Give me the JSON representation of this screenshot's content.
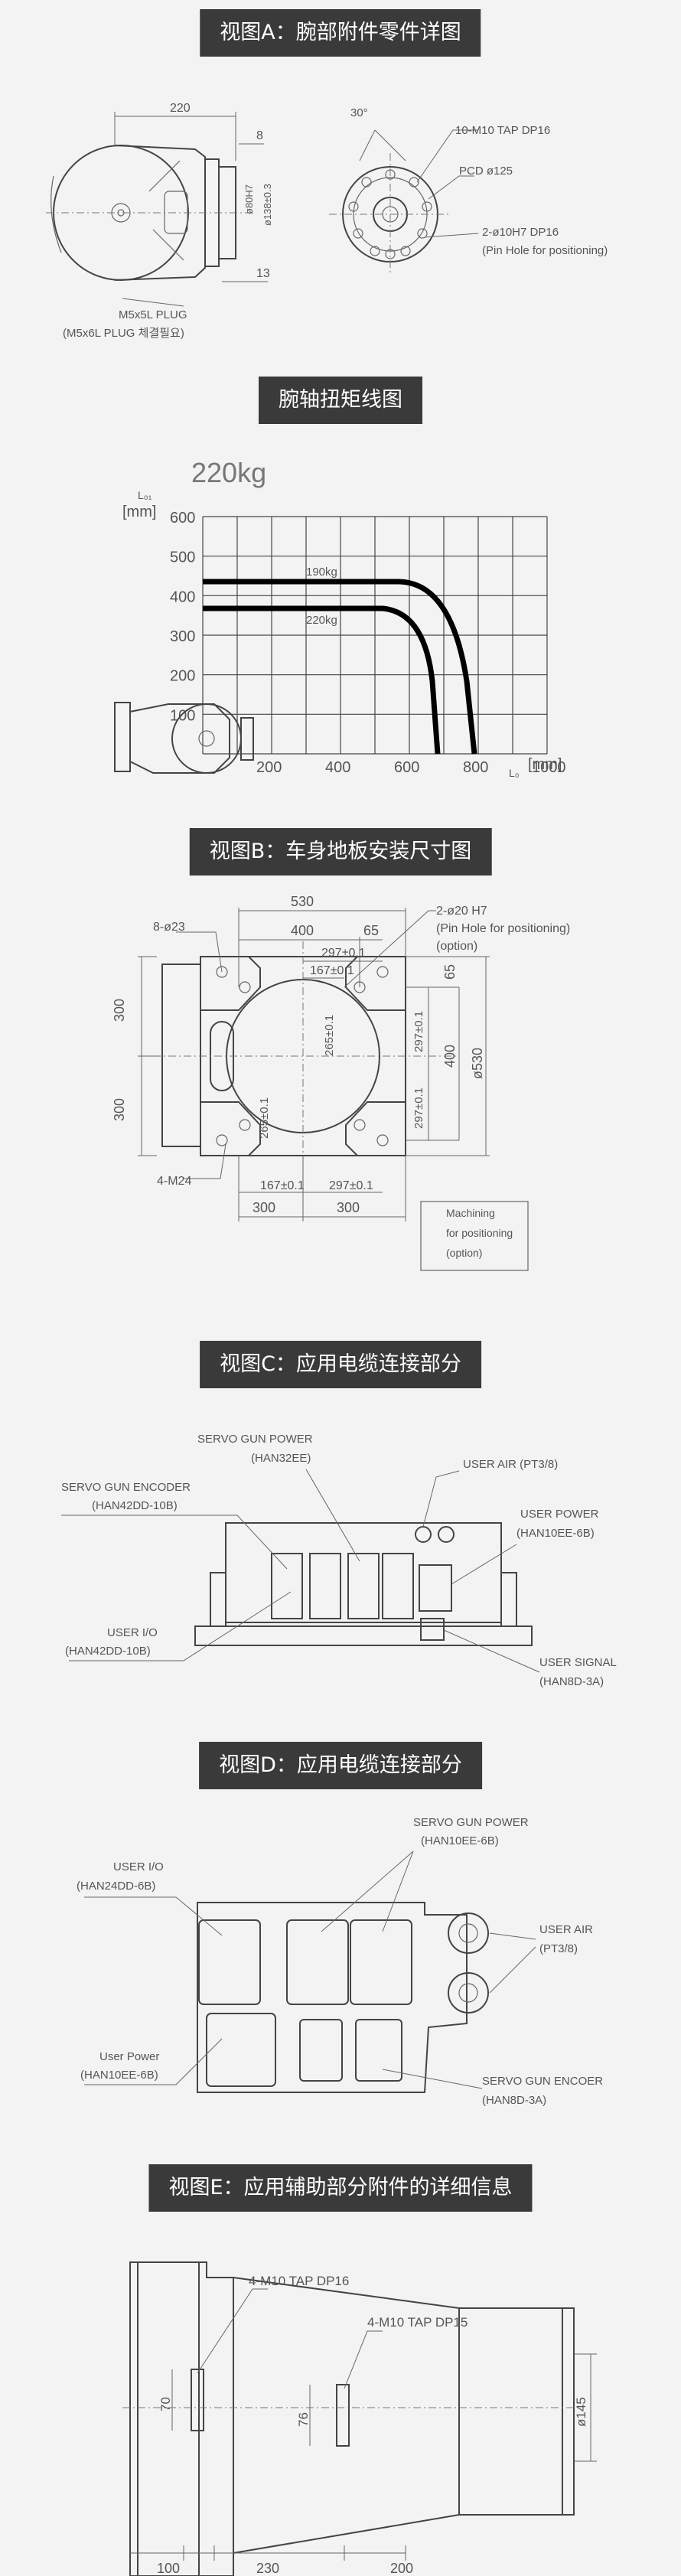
{
  "section_a": {
    "title": "视图A：腕部附件零件详图",
    "dim_220": "220",
    "dim_8": "8",
    "dim_13": "13",
    "dim_30deg": "30°",
    "dia_80": "ø80H7",
    "dia_138": "ø138±0.3",
    "plug_1": "M5x5L PLUG",
    "plug_2": "(M5x6L PLUG 체결필요)",
    "tap": "10-M10 TAP DP16",
    "pcd": "PCD ø125",
    "pin": "2-ø10H7 DP16",
    "pin_note": "(Pin Hole for positioning)"
  },
  "section_torque": {
    "title": "腕轴扭矩线图",
    "load_label": "220kg",
    "y_axis_label": "L₀₁",
    "y_unit": "[mm]",
    "x_axis_label": "L₀",
    "x_unit": "[mm]",
    "curve_190": "190kg",
    "curve_220": "220kg",
    "y_ticks": [
      "600",
      "500",
      "400",
      "300",
      "200",
      "100"
    ],
    "x_ticks": [
      "200",
      "400",
      "600",
      "800",
      "1000"
    ]
  },
  "section_b": {
    "title": "视图B：车身地板安装尺寸图",
    "dim_530": "530",
    "dim_400": "400",
    "dim_65": "65",
    "dim_297_top": "297±0.1",
    "dim_167_top": "167±0.1",
    "dim_300_left_top": "300",
    "dim_300_left_bot": "300",
    "dim_265_up": "265±0.1",
    "dim_265_low": "265±0.1",
    "dim_167_bot": "167±0.1",
    "dim_297_bot": "297±0.1",
    "dim_300_bot_l": "300",
    "dim_300_bot_r": "300",
    "dim_297_r1": "297±0.1",
    "dim_297_r2": "297±0.1",
    "dim_400_r": "400",
    "dim_65_r": "65",
    "dim_530_r": "ø530",
    "holes_8": "8-ø23",
    "m24": "4-M24",
    "pin_holes": "2-ø20 H7",
    "pin_holes_note": "(Pin Hole for positioning)",
    "pin_holes_opt": "(option)",
    "machining_1": "Machining",
    "machining_2": "for positioning",
    "machining_3": "(option)"
  },
  "section_c": {
    "title": "视图C：应用电缆连接部分",
    "servo_power": "SERVO GUN POWER",
    "servo_power_code": "(HAN32EE)",
    "user_air": "USER AIR (PT3/8)",
    "servo_encoder": "SERVO GUN ENCODER",
    "servo_encoder_code": "(HAN42DD-10B)",
    "user_power": "USER POWER",
    "user_power_code": "(HAN10EE-6B)",
    "user_io": "USER I/O",
    "user_io_code": "(HAN42DD-10B)",
    "user_signal": "USER SIGNAL",
    "user_signal_code": "(HAN8D-3A)"
  },
  "section_d": {
    "title": "视图D：应用电缆连接部分",
    "servo_power": "SERVO GUN POWER",
    "servo_power_code": "(HAN10EE-6B)",
    "user_io": "USER I/O",
    "user_io_code": "(HAN24DD-6B)",
    "user_air": "USER AIR",
    "user_air_code": "(PT3/8)",
    "user_power": "User Power",
    "user_power_code": "(HAN10EE-6B)",
    "servo_encoder": "SERVO GUN ENCOER",
    "servo_encoder_code": "(HAN8D-3A)"
  },
  "section_e": {
    "title": "视图E：应用辅助部分附件的详细信息",
    "tap_1": "4-M10 TAP DP16",
    "tap_2": "4-M10 TAP DP15",
    "dim_70": "70",
    "dim_76": "76",
    "dia_145": "ø145",
    "dim_100": "100",
    "dim_230": "230",
    "dim_200": "200"
  }
}
